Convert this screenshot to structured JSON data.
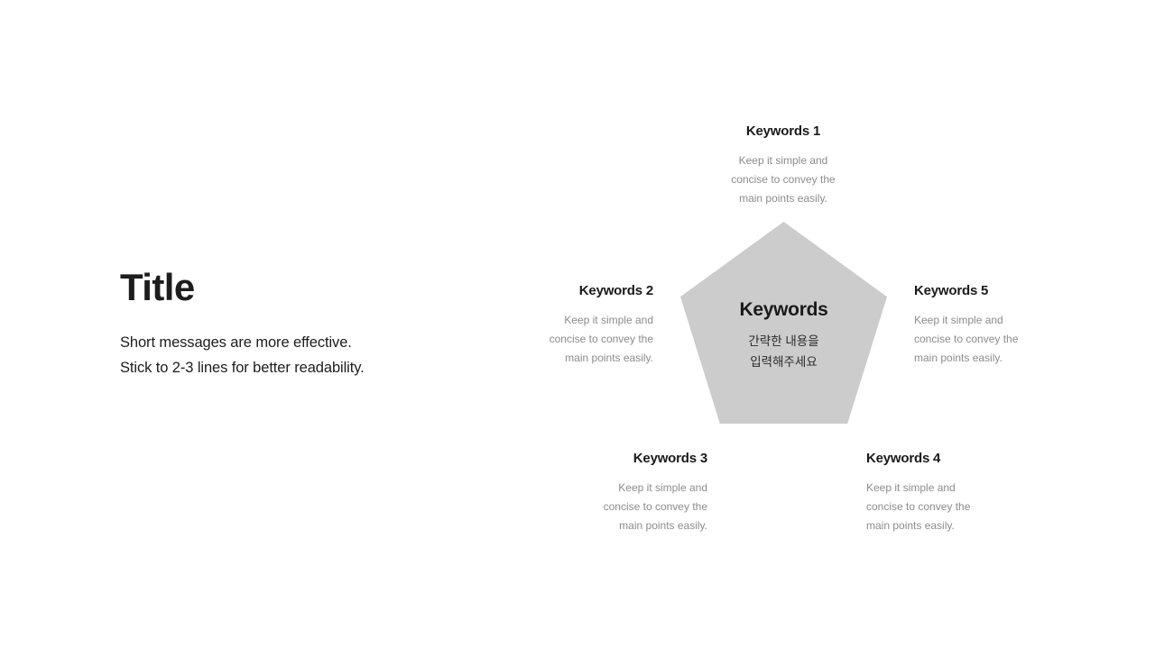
{
  "title_block": {
    "title": "Title",
    "subtitle_line_1": "Short messages are more effective.",
    "subtitle_line_2": "Stick to 2-3 lines for better readability."
  },
  "center_shape": {
    "shape": "pentagon",
    "fill_color": "#cccccc",
    "heading": "Keywords",
    "sub_line_1": "간략한 내용을",
    "sub_line_2": "입력해주세요"
  },
  "keywords": [
    {
      "id": "keywords-1",
      "title": "Keywords 1",
      "body_line_1": "Keep it simple and",
      "body_line_2": "concise to convey the",
      "body_line_3": "main points easily."
    },
    {
      "id": "keywords-2",
      "title": "Keywords 2",
      "body_line_1": "Keep it simple and",
      "body_line_2": "concise to convey the",
      "body_line_3": "main points easily."
    },
    {
      "id": "keywords-3",
      "title": "Keywords 3",
      "body_line_1": "Keep it simple and",
      "body_line_2": "concise to convey the",
      "body_line_3": "main points easily."
    },
    {
      "id": "keywords-4",
      "title": "Keywords 4",
      "body_line_1": "Keep it simple and",
      "body_line_2": "concise to convey the",
      "body_line_3": "main points easily."
    },
    {
      "id": "keywords-5",
      "title": "Keywords 5",
      "body_line_1": "Keep it simple and",
      "body_line_2": "concise to convey the",
      "body_line_3": "main points easily."
    }
  ],
  "colors": {
    "text_dark": "#1a1a1a",
    "text_muted": "#8c8c8c",
    "shape_fill": "#cccccc",
    "background": "#ffffff"
  }
}
